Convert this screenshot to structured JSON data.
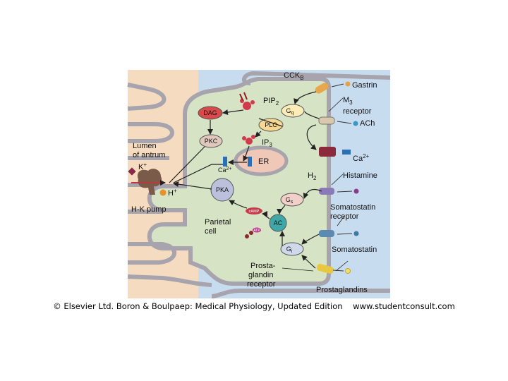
{
  "labels": {
    "cckb_main": "CCK",
    "cckb_sub": "B",
    "gastrin": "Gastrin",
    "m3_line1": "M",
    "m3_sub": "3",
    "m3_line2": "receptor",
    "ach": "ACh",
    "pip_main": "PIP",
    "pip_sub": "2",
    "dag": "DAG",
    "gq_main": "G",
    "gq_sub": "q",
    "plc": "PLC",
    "pkc": "PKC",
    "ip3_main": "IP",
    "ip3_sub": "3",
    "lumen_line1": "Lumen",
    "lumen_line2": "of antrum",
    "k_main": "K",
    "k_sup": "+",
    "ca_er_main": "Ca",
    "ca_er_sup": "2+",
    "er": "ER",
    "ca_ch_main": "Ca",
    "ca_ch_sup": "2+",
    "h2_main": "H",
    "h2_sub": "2",
    "histamine": "Histamine",
    "h_main": "H",
    "h_sup": "+",
    "pka": "PKA",
    "hk_pump": "H-K pump",
    "gs_main": "G",
    "gs_sub": "s",
    "somato_rec_line1": "Somatostatin",
    "somato_rec_line2": "receptor",
    "camp": "cAMP",
    "parietal_line1": "Parietal",
    "parietal_line2": "cell",
    "ac": "AC",
    "atp": "ATP",
    "somatostatin": "Somatostatin",
    "gi_main": "G",
    "gi_sub": "i",
    "prosta_line1": "Prosta-",
    "prosta_line2": "glandin",
    "prosta_line3": "receptor",
    "prostaglandins": "Prostaglandins"
  },
  "copyright": "© Elsevier Ltd. Boron & Boulpaep: Medical Physiology, Updated Edition    www.studentconsult.com",
  "colors": {
    "lumen": "#f5dcc0",
    "cytoplasm": "#d6e3c4",
    "interstitium": "#c8dcf0",
    "membrane": "#a7a4ad",
    "dag": "#d94a4a",
    "gq": "#fcecb8",
    "plc": "#f8d890",
    "pkc": "#e0c8bc",
    "er": "#f0c8b8",
    "pka": "#bcc0dc",
    "gs": "#f0d0c8",
    "ac": "#3ea8a8",
    "gi": "#d0d8ec"
  }
}
